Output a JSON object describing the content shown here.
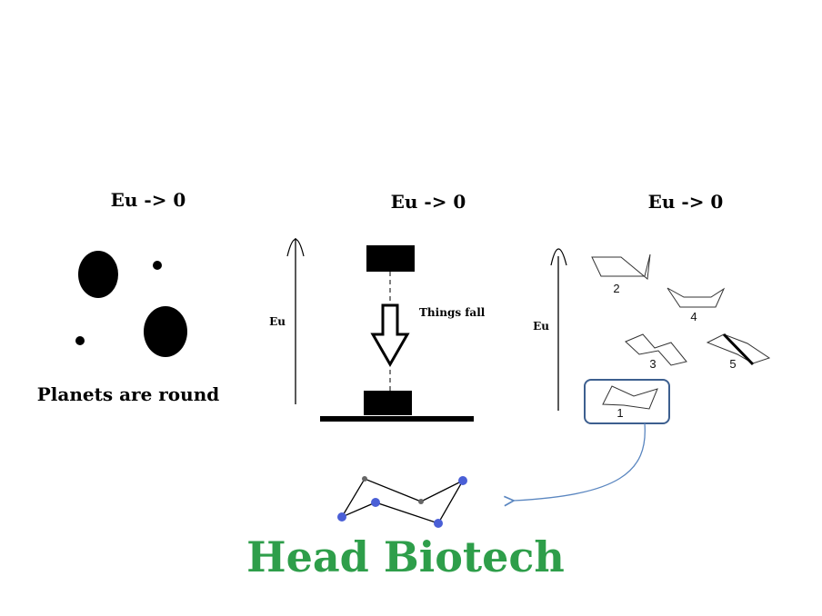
{
  "panels": [
    {
      "title": "Eu -> 0",
      "caption": "Planets are round"
    },
    {
      "title": "Eu -> 0",
      "axis_label": "Eu",
      "annotation": "Things fall"
    },
    {
      "title": "Eu -> 0",
      "axis_label": "Eu",
      "conformers": [
        "2",
        "4",
        "3",
        "5",
        "1"
      ]
    }
  ],
  "logo": {
    "text": "Head Biotech",
    "color": "#2e9e4a"
  },
  "colors": {
    "highlight": "#3d5f8f",
    "arrow": "#5a86c0",
    "atom": "#4a5fd6"
  }
}
